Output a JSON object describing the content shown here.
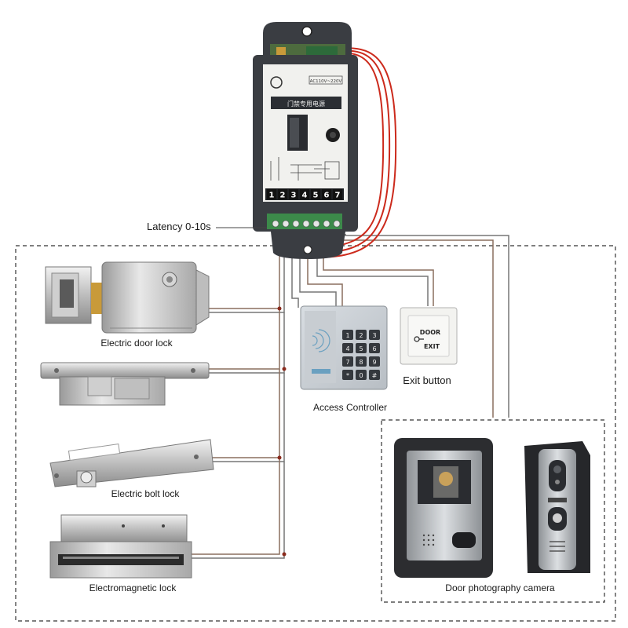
{
  "labels": {
    "latency": "Latency 0-10s",
    "electric_door_lock": "Electric door lock",
    "access_controller": "Access Controller",
    "exit_button": "Exit button",
    "electric_bolt_lock": "Electric bolt lock",
    "electromagnetic_lock": "Electromagnetic lock",
    "door_camera": "Door photography camera"
  },
  "power_supply": {
    "brand_text": "门禁专用电源",
    "voltage_text": "AC110V~220V",
    "terminals": [
      "1",
      "2",
      "3",
      "4",
      "5",
      "6",
      "7"
    ]
  },
  "exit_button_face": {
    "line1": "DOOR",
    "line2": "EXIT"
  },
  "keypad": {
    "keys": [
      "1",
      "2",
      "3",
      "4",
      "5",
      "6",
      "7",
      "8",
      "9",
      "*",
      "0",
      "#"
    ]
  },
  "colors": {
    "wire_red": "#cc2a1c",
    "wire_grey": "#6a6a6a",
    "frame_dash": "#333333"
  }
}
